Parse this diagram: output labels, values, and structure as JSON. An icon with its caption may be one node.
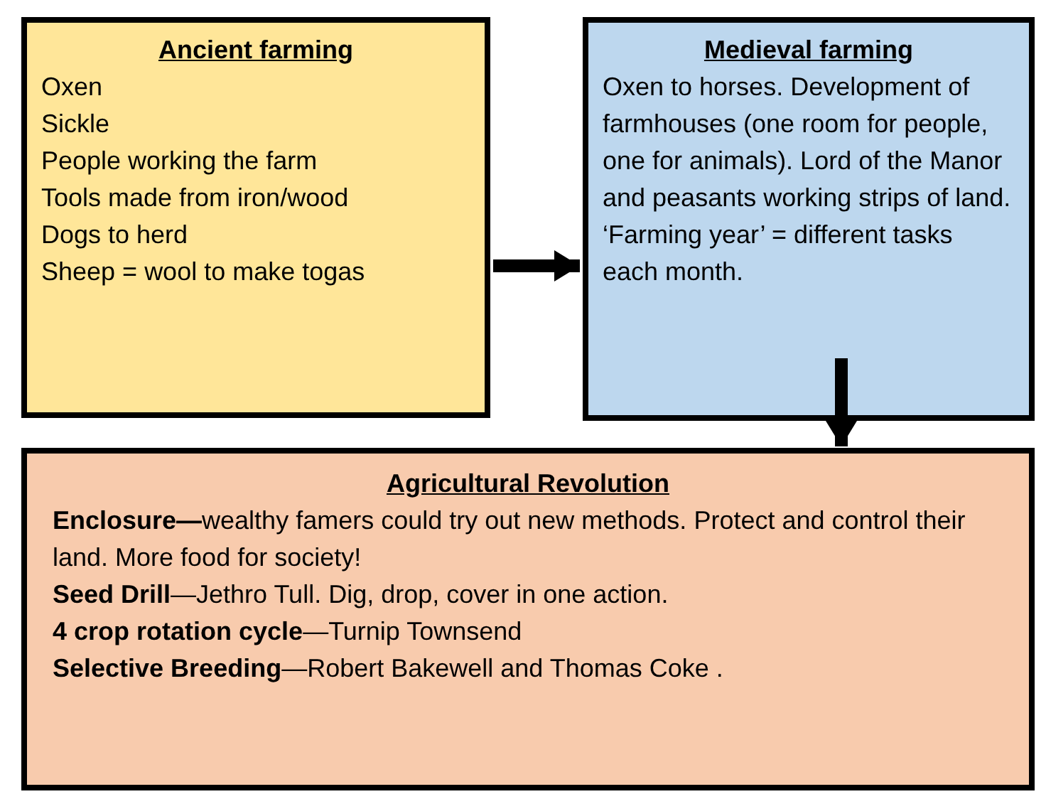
{
  "diagram": {
    "nodes": [
      {
        "text": [
          "Ancient farming",
          "Oxen",
          "Sickle",
          "People working the farm",
          "Tools made from iron/wood",
          "Dogs to herd",
          "Sheep = wool to make togas"
        ]
      },
      {
        "text": [
          "Medieval farming",
          "Oxen to horses. Development of farmhouses (one room for people, one for animals). Lord of the Manor and peasants working strips of land.",
          "‘Farming year’ = different tasks each month."
        ]
      },
      {
        "text": [
          "Agricultural Revolution",
          "**Enclosure—**wealthy famers could try out new methods. Protect and control their land. More food for society!",
          "**Seed Drill**—Jethro Tull. Dig, drop, cover in one action.",
          "**4 crop rotation cycle**—Turnip Townsend",
          "**Selective Breeding**—Robert Bakewell and Thomas Coke ."
        ]
      }
    ],
    "edges": [
      {
        "from": 0,
        "to": 1,
        "arrow": "to"
      },
      {
        "from": 1,
        "to": 2,
        "arrow": "to"
      }
    ]
  }
}
